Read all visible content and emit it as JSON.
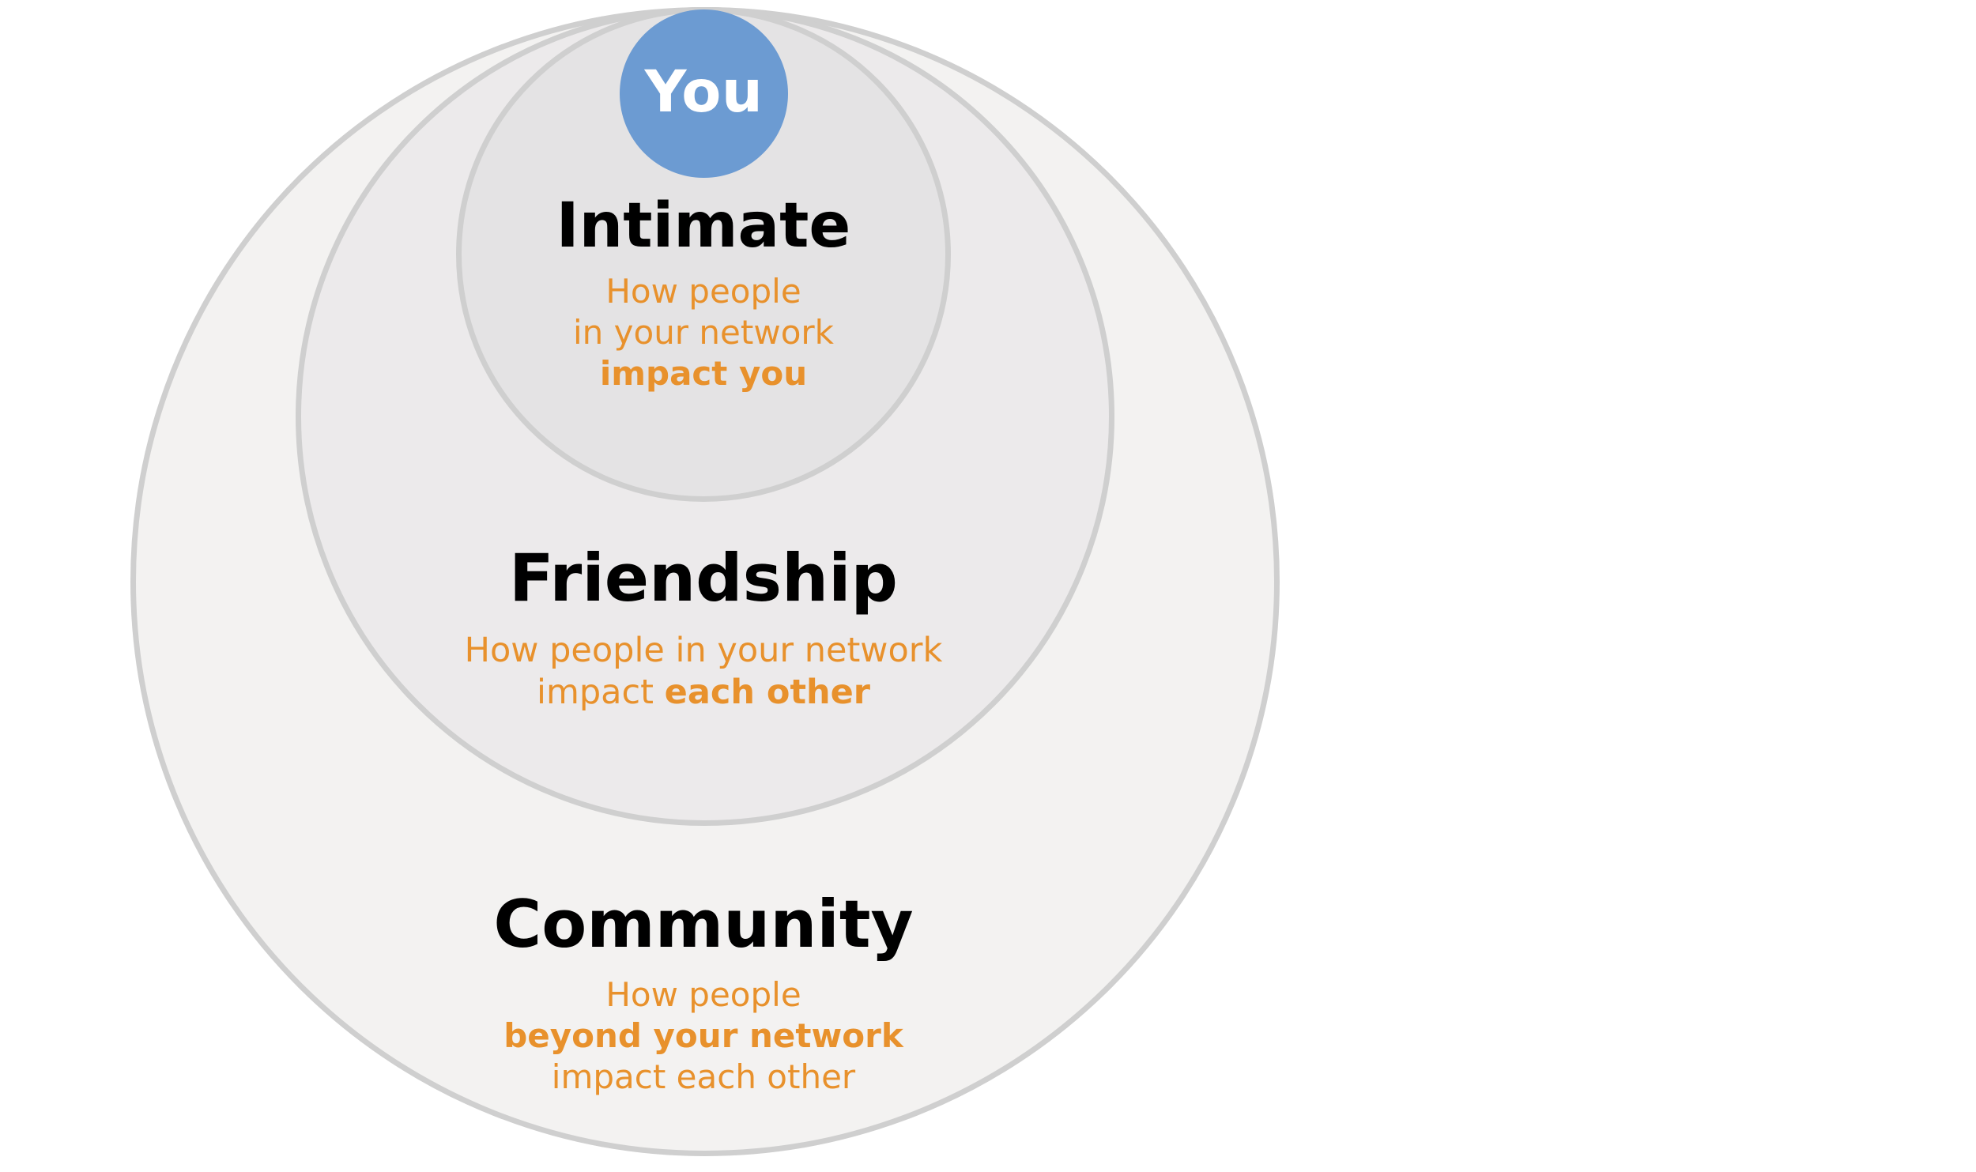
{
  "diagram": {
    "type": "concentric-circles",
    "background_color": "#FFFFFF",
    "accent_color": "#E8912C",
    "center_color": "#6C9BD2",
    "heading_color": "#000000",
    "ring_stroke_color": "#CFCFCF",
    "center": {
      "label": "You",
      "fill": "#6C9BD2",
      "text_color": "#FFFFFF"
    },
    "tiers": [
      {
        "id": "intimate",
        "title": "Intimate",
        "fill": "#E4E3E4",
        "lines": [
          {
            "text": "How people",
            "emphasis": false
          },
          {
            "text": "in your network",
            "emphasis": false
          },
          {
            "text": "impact you",
            "emphasis": true
          }
        ],
        "description_plain": "How people in your network impact you"
      },
      {
        "id": "friendship",
        "title": "Friendship",
        "fill": "#ECEAEB",
        "lines": [
          {
            "text": "How people in your network",
            "emphasis": false
          },
          {
            "text_plain": "impact ",
            "text_bold": "each other",
            "emphasis": "partial"
          }
        ],
        "description_plain": "How people in your network impact each other"
      },
      {
        "id": "community",
        "title": "Community",
        "fill": "#F3F2F1",
        "lines": [
          {
            "text": "How people",
            "emphasis": false
          },
          {
            "text": "beyond your network",
            "emphasis": true
          },
          {
            "text": "impact each other",
            "emphasis": false
          }
        ],
        "description_plain": "How people beyond your network impact each other"
      }
    ]
  },
  "intimate": {
    "title": "Intimate",
    "line1": "How people",
    "line2": "in your network",
    "line3": "impact you"
  },
  "friendship": {
    "title": "Friendship",
    "line1": "How people in your network",
    "line2_normal": "impact ",
    "line2_bold": "each other"
  },
  "community": {
    "title": "Community",
    "line1": "How people",
    "line2": "beyond your network",
    "line3": "impact each other"
  },
  "you": {
    "label": "You"
  }
}
